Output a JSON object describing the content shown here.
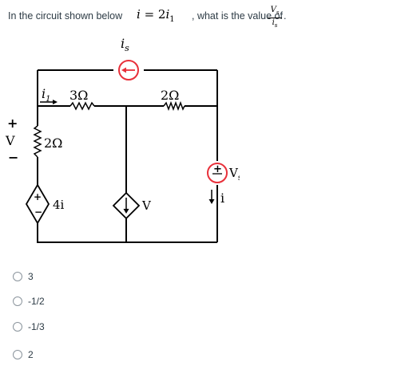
{
  "question": {
    "prefix": "In the circuit shown below",
    "equation_lhs": "i",
    "equation_eq": " = 2",
    "equation_var": "i",
    "equation_sub": "1",
    "middle": ", what is the value of",
    "ratio_numerator": "V",
    "ratio_numerator_sub": "s",
    "ratio_denominator": "i",
    "ratio_denominator_sub": "s",
    "end": "."
  },
  "circuit": {
    "is_label": "i",
    "is_sub": "s",
    "i1_label": "i",
    "i1_sub": "1",
    "r1_label": "3Ω",
    "r2_label": "2Ω",
    "r3_label": "2Ω",
    "plus_sign": "+",
    "minus_sign": "−",
    "v_label": "V",
    "dep_source_label": "4i",
    "dep_source_plus": "+",
    "dep_source_minus": "−",
    "current_source_label": "V",
    "vs_plus": "+",
    "vs_label": "V",
    "vs_sub": "s",
    "i_label": "i",
    "source_color": "#e8303a"
  },
  "options": [
    {
      "label": "3"
    },
    {
      "label": "-1/2"
    },
    {
      "label": "-1/3"
    },
    {
      "label": "2"
    }
  ]
}
